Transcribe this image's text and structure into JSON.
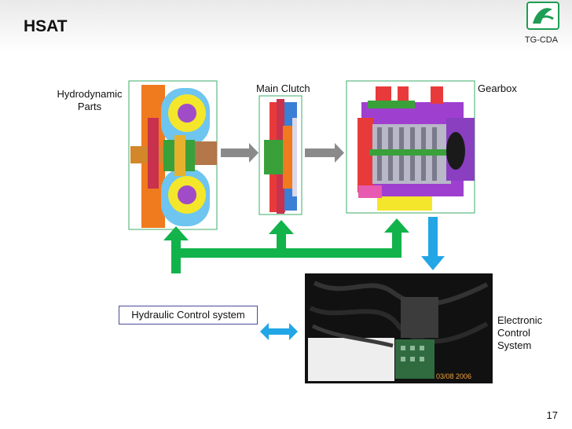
{
  "header": {
    "title": "HSAT",
    "logo_text": "TG-CDA"
  },
  "labels": {
    "hydrodynamic": "Hydrodynamic\nParts",
    "main_clutch": "Main Clutch",
    "gearbox": "Gearbox",
    "hydraulic": "Hydraulic Control system",
    "electronic": "Electronic\nControl\nSystem",
    "photo_timestamp": "03/08 2006"
  },
  "footer": {
    "page_number": "17"
  },
  "colors": {
    "green_arrow": "#12b34a",
    "blue_arrow": "#22a6e6",
    "gray_arrow": "#8a8a8a",
    "box_border_green": "#3cae6a",
    "box_border_hcs": "#4a4a9a"
  }
}
